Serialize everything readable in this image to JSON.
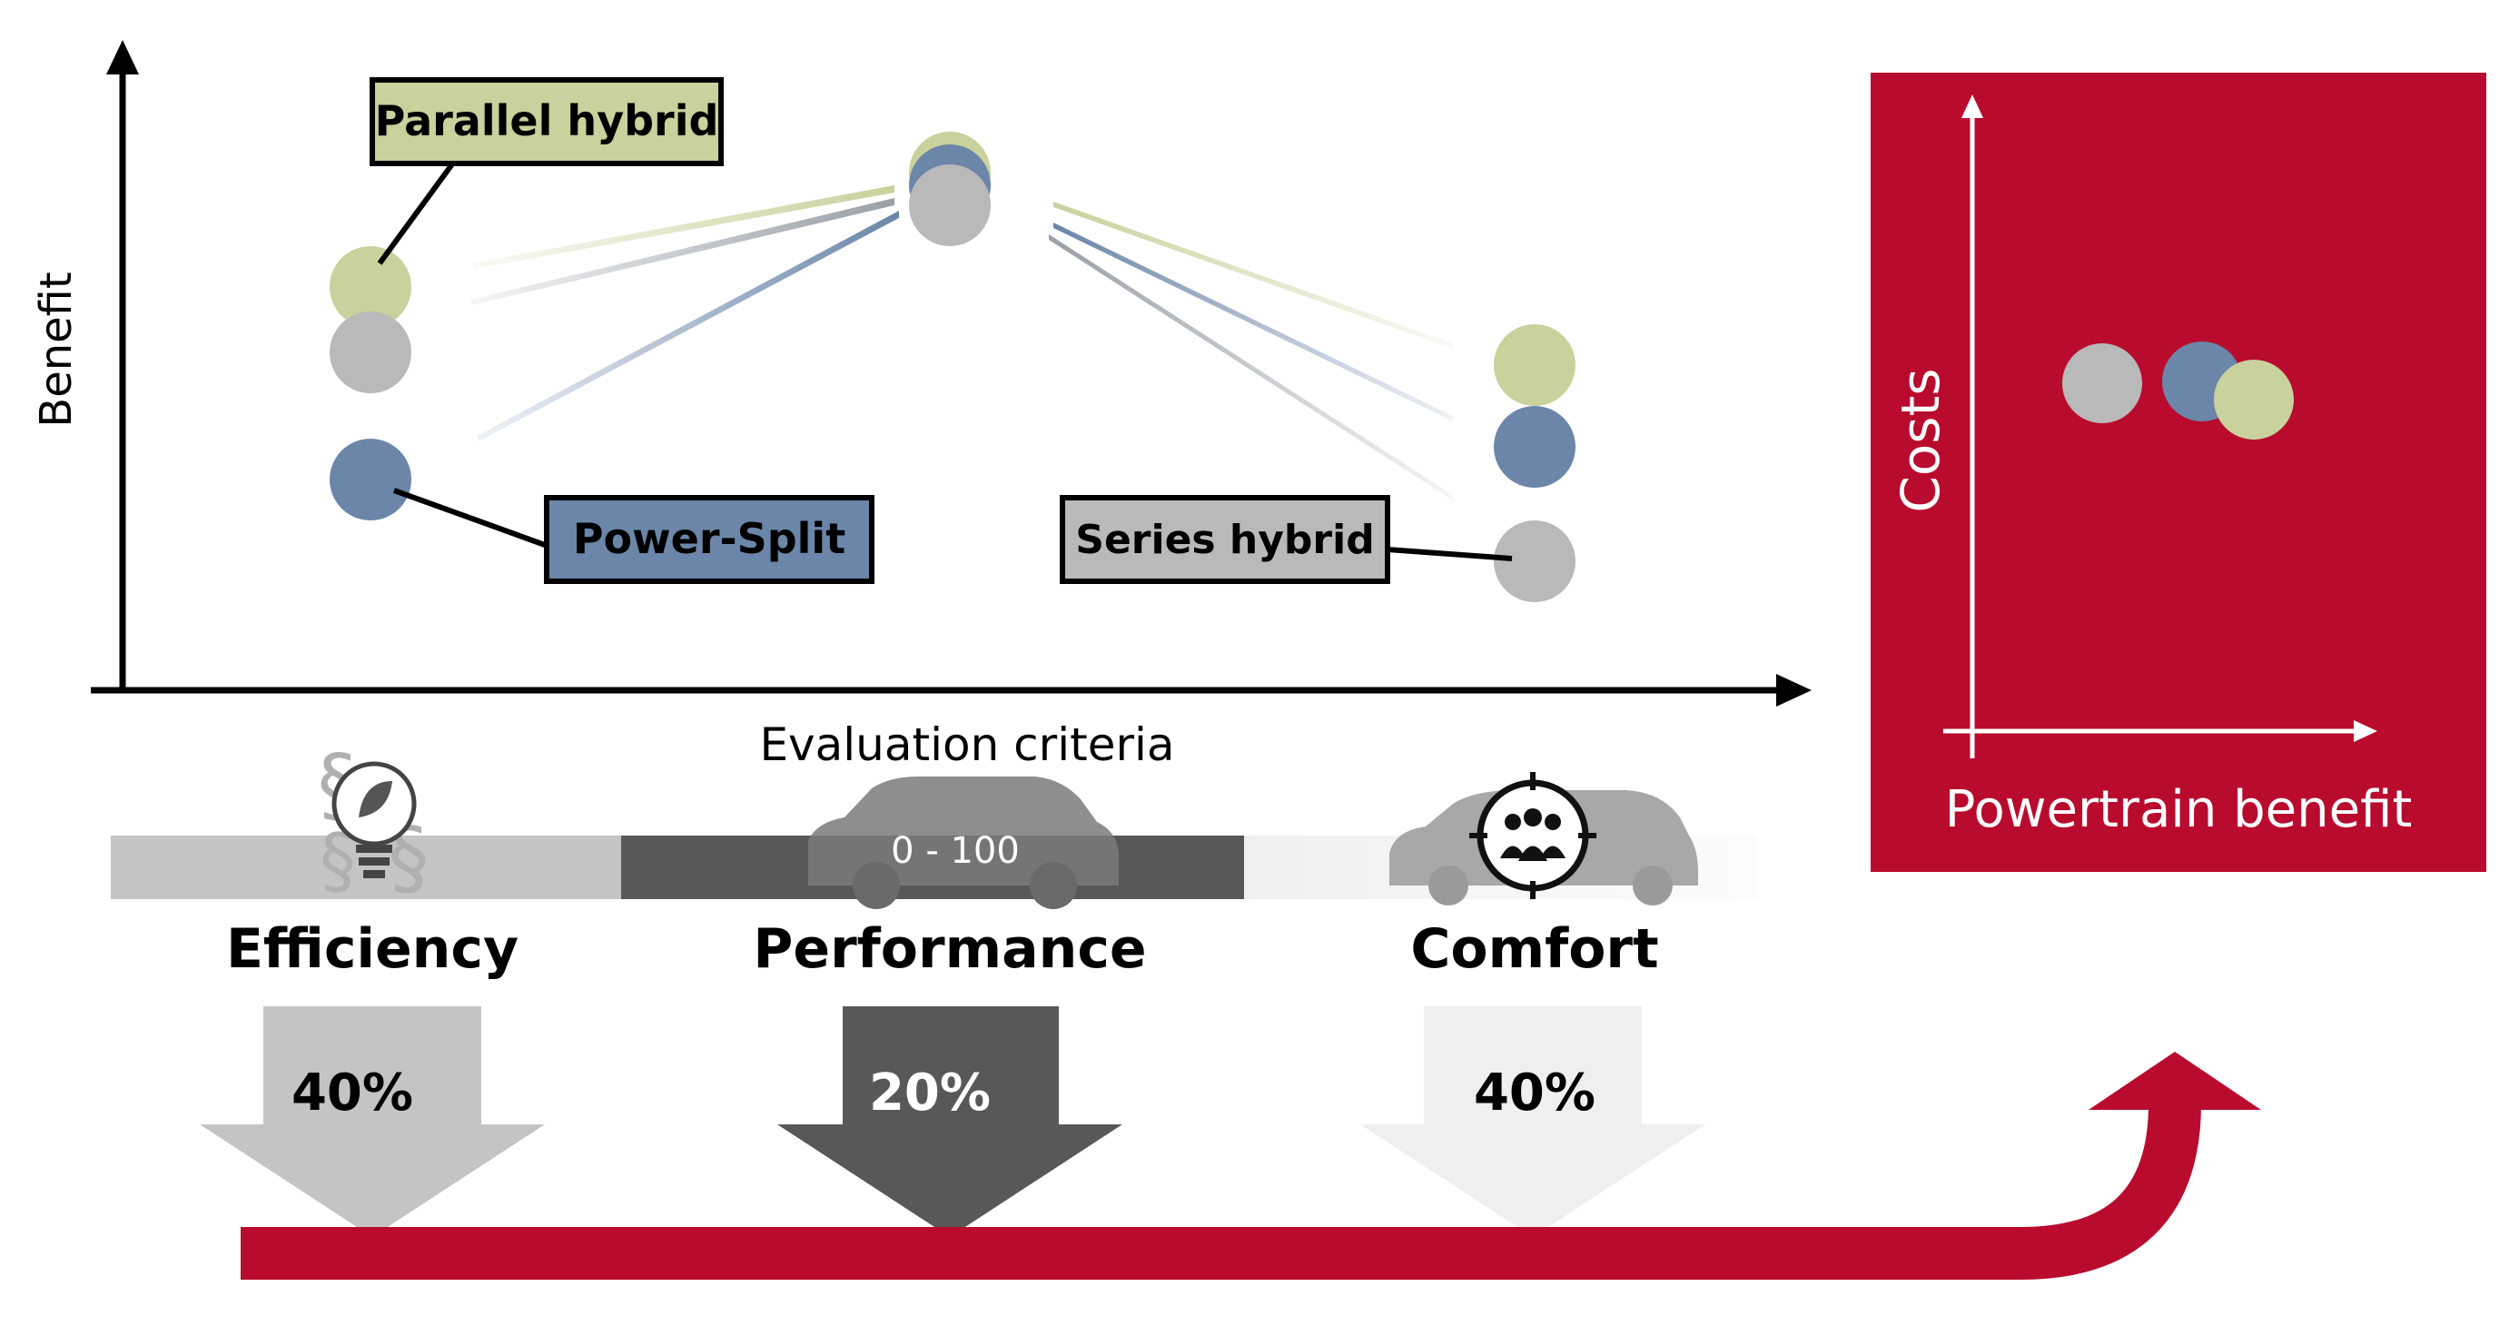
{
  "colors": {
    "parallel": "#c9d19c",
    "power_split": "#6b86a8",
    "series": "#b9b9b9",
    "crimson": "#b90b2e",
    "efficiency_gray": "#c4c4c4",
    "performance_gray": "#585858",
    "comfort_gray": "#efefef"
  },
  "diagram": {
    "y_axis_label": "Benefit",
    "x_axis_label": "Evaluation criteria",
    "labels": {
      "parallel": "Parallel hybrid",
      "power_split": "Power-Split",
      "series": "Series hybrid"
    }
  },
  "criteria": [
    {
      "name": "Efficiency",
      "weight": "40%",
      "icon": "lightbulb-leaf-icon"
    },
    {
      "name": "Performance",
      "weight": "20%",
      "icon": "car-icon",
      "bar_text": "0 - 100"
    },
    {
      "name": "Comfort",
      "weight": "40%",
      "icon": "car-passengers-icon"
    }
  ],
  "result_panel": {
    "y_axis_label": "Costs",
    "x_axis_label": "Powertrain benefit"
  }
}
